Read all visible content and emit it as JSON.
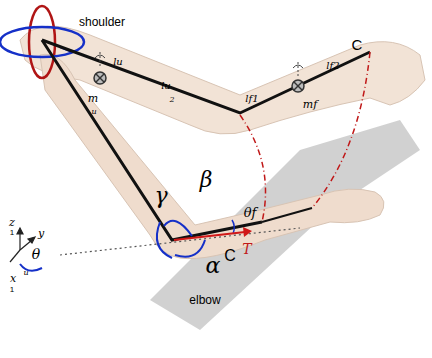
{
  "diagram": {
    "labels": [
      "shoulder",
      "lu",
      "m",
      "u",
      "lu",
      "2",
      "lf1",
      "mf",
      "lf2",
      "C",
      "γ",
      "β",
      "α",
      "θf",
      "θ",
      "T",
      "C",
      "z",
      "1",
      "y",
      "x",
      "u",
      "1",
      "elbow"
    ]
  }
}
